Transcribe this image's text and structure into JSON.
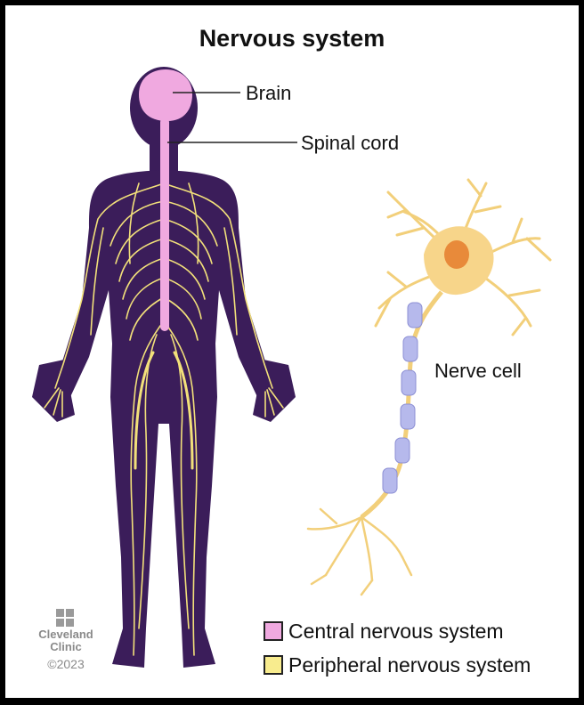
{
  "diagram": {
    "title": "Nervous system",
    "labels": {
      "brain": "Brain",
      "spinal_cord": "Spinal cord",
      "nerve_cell": "Nerve cell"
    },
    "legend": [
      {
        "label": "Central nervous system",
        "color": "#f0a9e0"
      },
      {
        "label": "Peripheral nervous system",
        "color": "#f8ec8e"
      }
    ],
    "credit": {
      "brand_line1": "Cleveland",
      "brand_line2": "Clinic",
      "copyright": "©2023"
    },
    "colors": {
      "body": "#3b1d5a",
      "nerves": "#f2e07a",
      "cns": "#f0a9e0",
      "neuron": "#f7d58a",
      "nucleus": "#e88a3a",
      "myelin": "#b6b9ec"
    }
  }
}
